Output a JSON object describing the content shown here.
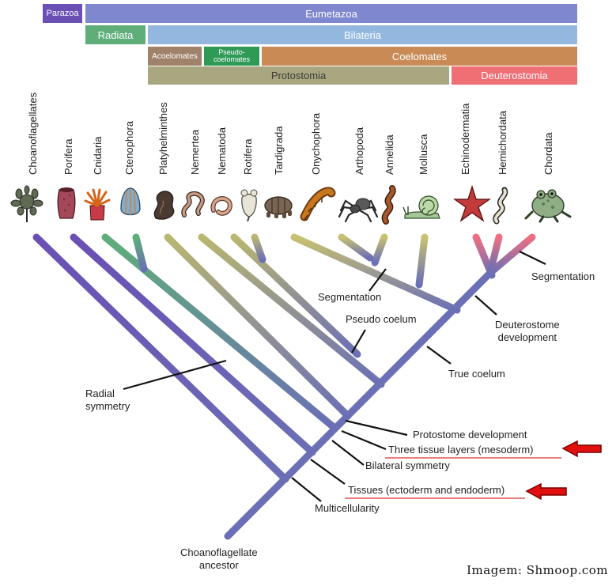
{
  "bands": {
    "parazoa": "Parazoa",
    "eumetazoa": "Eumetazoa",
    "radiata": "Radiata",
    "bilateria": "Bilateria",
    "acoelomates": "Acoelomates",
    "pseudocoelomates_line1": "Pseudo-",
    "pseudocoelomates_line2": "coelomates",
    "coelomates": "Coelomates",
    "protostomia": "Protostomia",
    "deuterostomia": "Deuterostomia"
  },
  "taxa": [
    "Choanoflagellates",
    "Porifera",
    "Cnidaria",
    "Ctenophora",
    "Platyhelminthes",
    "Nemertea",
    "Nematoda",
    "Rotifera",
    "Tardigrada",
    "Onychophora",
    "Arthopoda",
    "Annelida",
    "Mollusca",
    "Echinodermatia",
    "Hemichordata",
    "Chordata"
  ],
  "annotations": {
    "segmentation_protostome": "Segmentation",
    "segmentation_chordate": "Segmentation",
    "pseudo_coelum": "Pseudo coelum",
    "deuterostome_line1": "Deuterostome",
    "deuterostome_line2": "development",
    "true_coelum": "True coelum",
    "radial_line1": "Radial",
    "radial_line2": "symmetry",
    "protostome_development": "Protostome development",
    "three_tissue_layers": "Three tissue layers (mesoderm)",
    "bilateral_symmetry": "Bilateral symmetry",
    "tissues": "Tissues (ectoderm and endoderm)",
    "multicellularity": "Multicellularity",
    "ancestor_line1": "Choanoflagellate",
    "ancestor_line2": "ancestor"
  },
  "credit": "Imagem: Shmoop.com",
  "icons": [
    "choanoflagellate-icon",
    "sponge-icon",
    "anemone-icon",
    "comb-jelly-icon",
    "flatworm-icon",
    "ribbon-worm-icon",
    "roundworm-icon",
    "rotifer-icon",
    "tardigrade-icon",
    "velvet-worm-icon",
    "spider-icon",
    "earthworm-icon",
    "snail-icon",
    "starfish-icon",
    "acorn-worm-icon",
    "frog-icon",
    "red-arrow-icon"
  ],
  "colors": {
    "tree": "#6b6fb5",
    "parazoa": "#6a4fb4",
    "eumetazoa": "#7f88cf",
    "radiata": "#5fae79",
    "bilateria": "#93b7df",
    "acoelomates": "#a0826b",
    "pseudocoelomates": "#2e9a56",
    "coelomates": "#c98a55",
    "protostomia": "#a9a77f",
    "deuterostomia": "#ef6f75",
    "highlight_arrow": "#e01010",
    "underline": "#e03030"
  }
}
